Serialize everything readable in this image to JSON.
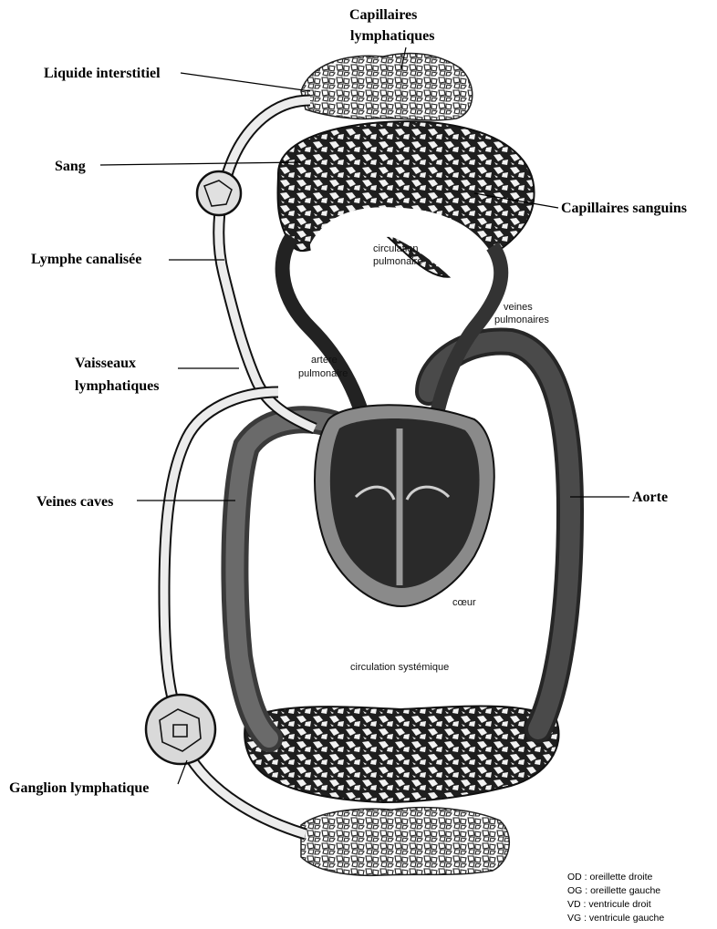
{
  "labels": {
    "capillaires_lymphatiques_1": "Capillaires",
    "capillaires_lymphatiques_2": "lymphatiques",
    "liquide_interstitiel": "Liquide interstitiel",
    "sang": "Sang",
    "capillaires_sanguins": "Capillaires sanguins",
    "lymphe_canalisee": "Lymphe canalisée",
    "vaisseaux_lymphatiques_1": "Vaisseaux",
    "vaisseaux_lymphatiques_2": "lymphatiques",
    "veines_caves": "Veines caves",
    "aorte": "Aorte",
    "ganglion_lymphatique": "Ganglion lymphatique"
  },
  "inner_labels": {
    "circulation_pulmonaire_1": "circulation",
    "circulation_pulmonaire_2": "pulmonaire",
    "veines_pulmonaires_1": "veines",
    "veines_pulmonaires_2": "pulmonaires",
    "artere_pulmonaire_1": "artère",
    "artere_pulmonaire_2": "pulmonaire",
    "coeur": "cœur",
    "circulation_systemique": "circulation systémique"
  },
  "legend": [
    "OD : oreillette droite",
    "OG : oreillette gauche",
    "VD : ventricule droit",
    "VG : ventricule gauche"
  ],
  "colors": {
    "vessel_dark": "#2a2a2a",
    "vessel_mid": "#5c5c5c",
    "lymph_light": "#e6e6e6",
    "background": "#ffffff"
  }
}
